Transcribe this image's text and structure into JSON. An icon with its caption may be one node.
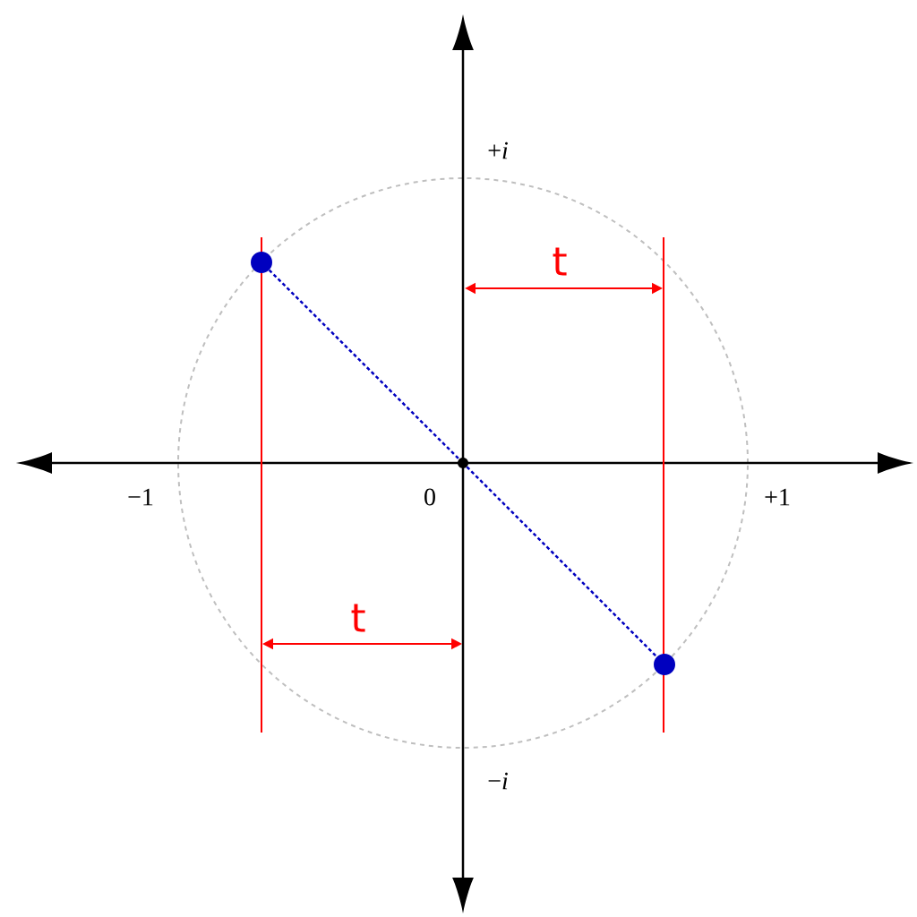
{
  "diagram": {
    "nodes": [
      {
        "text": [],
        "shape": "circle"
      },
      {
        "text": [],
        "shape": "circle"
      },
      {
        "text": [],
        "shape": "circle"
      }
    ],
    "edges": [
      {
        "from": 0,
        "to": 1,
        "arrow": "none",
        "style": "dashed",
        "color": "#0000c0"
      },
      {
        "from": 1,
        "to": 2,
        "arrow": "none",
        "style": "dashed",
        "color": "#0000c0"
      }
    ],
    "labels": [
      "+*i*",
      "t",
      "−1",
      "0",
      "+1",
      "t",
      "−*i*"
    ]
  }
}
